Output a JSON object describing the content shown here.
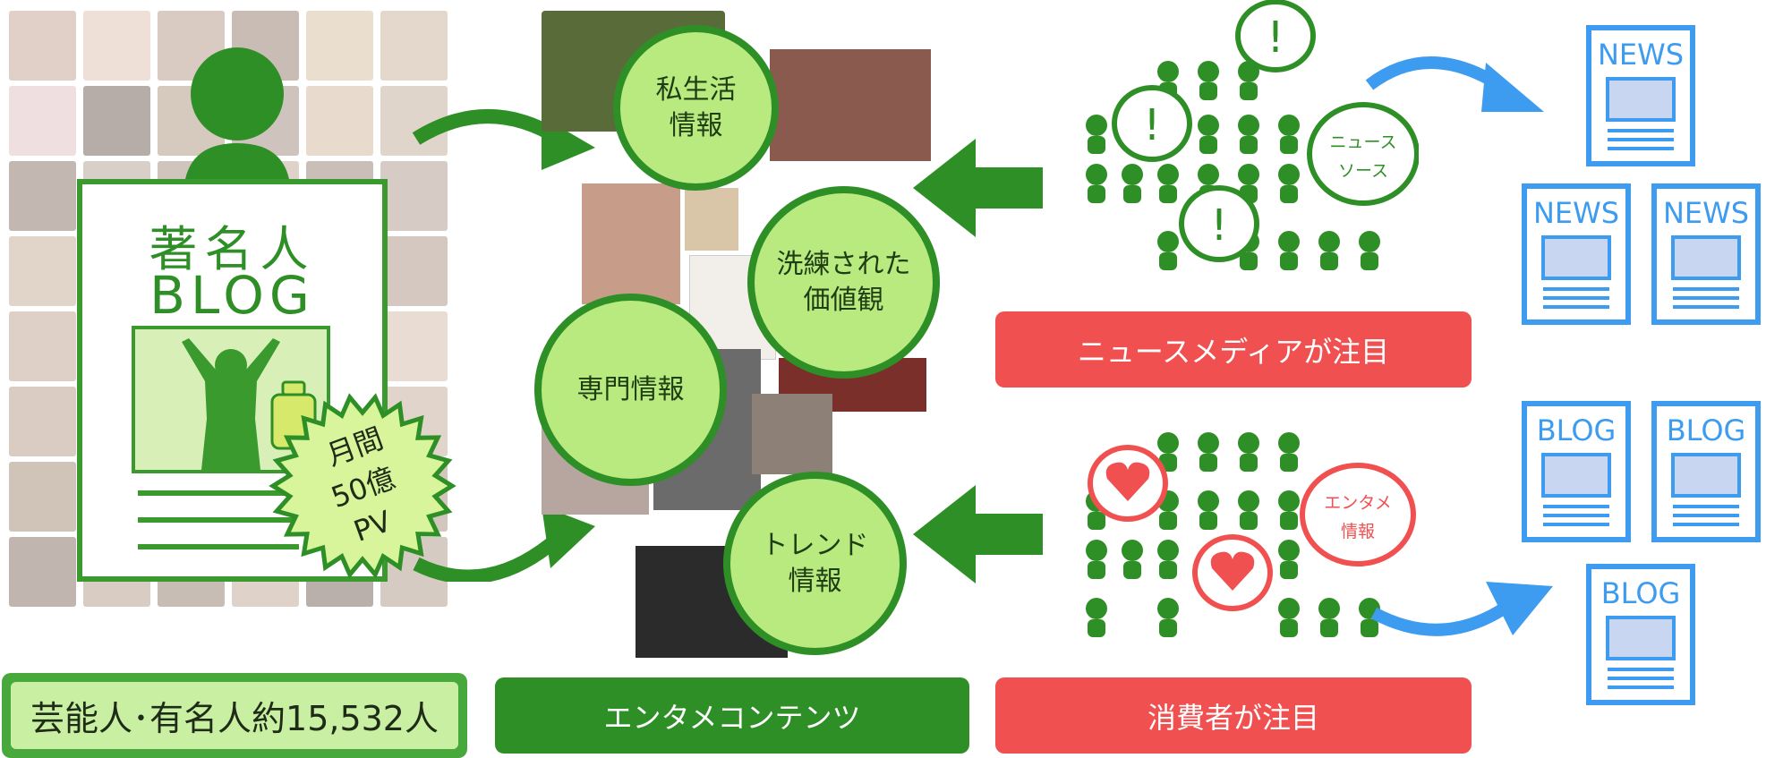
{
  "blog_doc": {
    "line1": "著名人",
    "line2": "BLOG"
  },
  "burst": {
    "line1": "月間",
    "line2": "50億",
    "line3": "PV"
  },
  "celebrity_count": "芸能人･有名人約15,532人",
  "circles": {
    "private_life": "私生活\n情報",
    "refined_values": "洗練された\n価値観",
    "expert_info": "専門情報",
    "trend_info": "トレンド\n情報"
  },
  "entame_label": "エンタメコンテンツ",
  "news_media_label": "ニュースメディアが注目",
  "consumer_label": "消費者が注目",
  "news_source_bubble": {
    "line1": "ニュース",
    "line2": "ソース"
  },
  "entame_bubble": {
    "line1": "エンタメ",
    "line2": "情報"
  },
  "bubble_mark": "!",
  "news_icons": [
    "NEWS",
    "NEWS",
    "NEWS"
  ],
  "blog_icons": [
    "BLOG",
    "BLOG",
    "BLOG"
  ],
  "colors": {
    "green": "#2f8f27",
    "light_green": "#b9ea7f",
    "red": "#f05050",
    "blue": "#3d9bf0"
  }
}
